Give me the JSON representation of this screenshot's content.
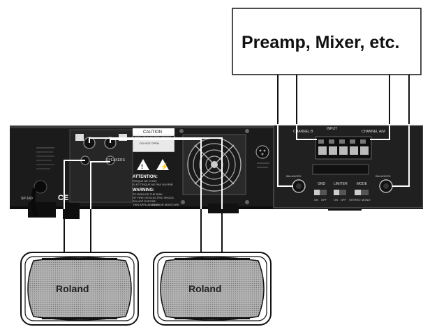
{
  "preamp_box": {
    "label": "Preamp, Mixer, etc."
  },
  "amplifier": {
    "model_label": "SP-140",
    "ce_mark": "CE",
    "speakers_label": "SPEAKERS",
    "caution": {
      "title": "CAUTION",
      "line1": "RISK OF ELECTRIC SHOCK",
      "line2": "DO NOT OPEN"
    },
    "attention": {
      "title": "ATTENTION:",
      "line1": "RISQUE DE CHOC",
      "line2": "ELECTRIQUE NE PAS OUVRIR"
    },
    "warning": {
      "title": "WARNING:",
      "line1": "TO REDUCE THE RISK",
      "line2": "OF FIRE OR ELECTRIC SHOCK",
      "line3": "DO NOT EXPOSE",
      "line4": "THIS APPLIANCE TO",
      "line5": "RAIN OR MOISTURE"
    },
    "input_label": "INPUT",
    "channel_b_label": "CHANNEL B",
    "channel_a_label": "CHANNEL A/M",
    "balanced_left": "BALANCED",
    "balanced_right": "BALANCED",
    "switches": [
      "GND",
      "LIMITER",
      "MODE"
    ],
    "switch_sub": {
      "gnd": [
        "ON",
        "OFF"
      ],
      "limiter": [
        "ON",
        "OFF"
      ],
      "mode": [
        "STEREO",
        "MONO"
      ]
    }
  },
  "speakers": [
    {
      "brand": "Roland"
    },
    {
      "brand": "Roland"
    }
  ],
  "colors": {
    "cable": "#111111",
    "panel": "#1a1a1a",
    "speaker_grille": "#9e9e9e"
  }
}
